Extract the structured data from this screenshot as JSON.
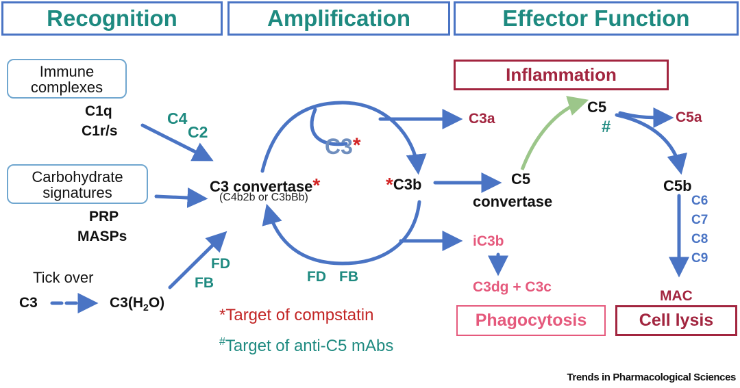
{
  "phases": {
    "recognition": "Recognition",
    "amplification": "Amplification",
    "effector": "Effector Function"
  },
  "sources": {
    "immune_line1": "Immune",
    "immune_line2": "complexes",
    "carb_line1": "Carbohydrate",
    "carb_line2": "signatures"
  },
  "labels": {
    "c1q": "C1q",
    "c1rs": "C1r/s",
    "c4": "C4",
    "c2": "C2",
    "prp": "PRP",
    "masps": "MASPs",
    "tick_over": "Tick over",
    "c3_left": "C3",
    "c3h2o_main": "C3(H",
    "c3h2o_sub": "2",
    "c3h2o_end": "O)",
    "fd_left": "FD",
    "fb_left": "FB",
    "c3conv": "C3 convertase",
    "c3conv_sub": "(C4b2b or C3bBb)",
    "c3_cycle": "C3",
    "fd_bottom": "FD",
    "fb_bottom": "FB",
    "c3a": "C3a",
    "c3b": "C3b",
    "ic3b": "iC3b",
    "c3dg": "C3dg + C3c",
    "c5conv_line1": "C5",
    "c5conv_line2": "convertase",
    "c5": "C5",
    "c5a": "C5a",
    "c5b": "C5b",
    "c6": "C6",
    "c7": "C7",
    "c8": "C8",
    "c9": "C9",
    "mac": "MAC",
    "star": "*",
    "hash": "#"
  },
  "outcomes": {
    "inflammation": "Inflammation",
    "phagocytosis": "Phagocytosis",
    "cell_lysis": "Cell lysis"
  },
  "legend": {
    "star_symbol": "*",
    "star_text": "Target of compstatin",
    "hash_symbol": "#",
    "hash_text": "Target of anti-C5 mAbs"
  },
  "source_credit": "Trends in Pharmacological Sciences",
  "colors": {
    "arrow": "#4a74c4",
    "teal": "#1e8a80",
    "dark_red": "#a2253f",
    "pink": "#e5597c",
    "green_arrow": "#9cc68a",
    "star": "#d22424"
  }
}
